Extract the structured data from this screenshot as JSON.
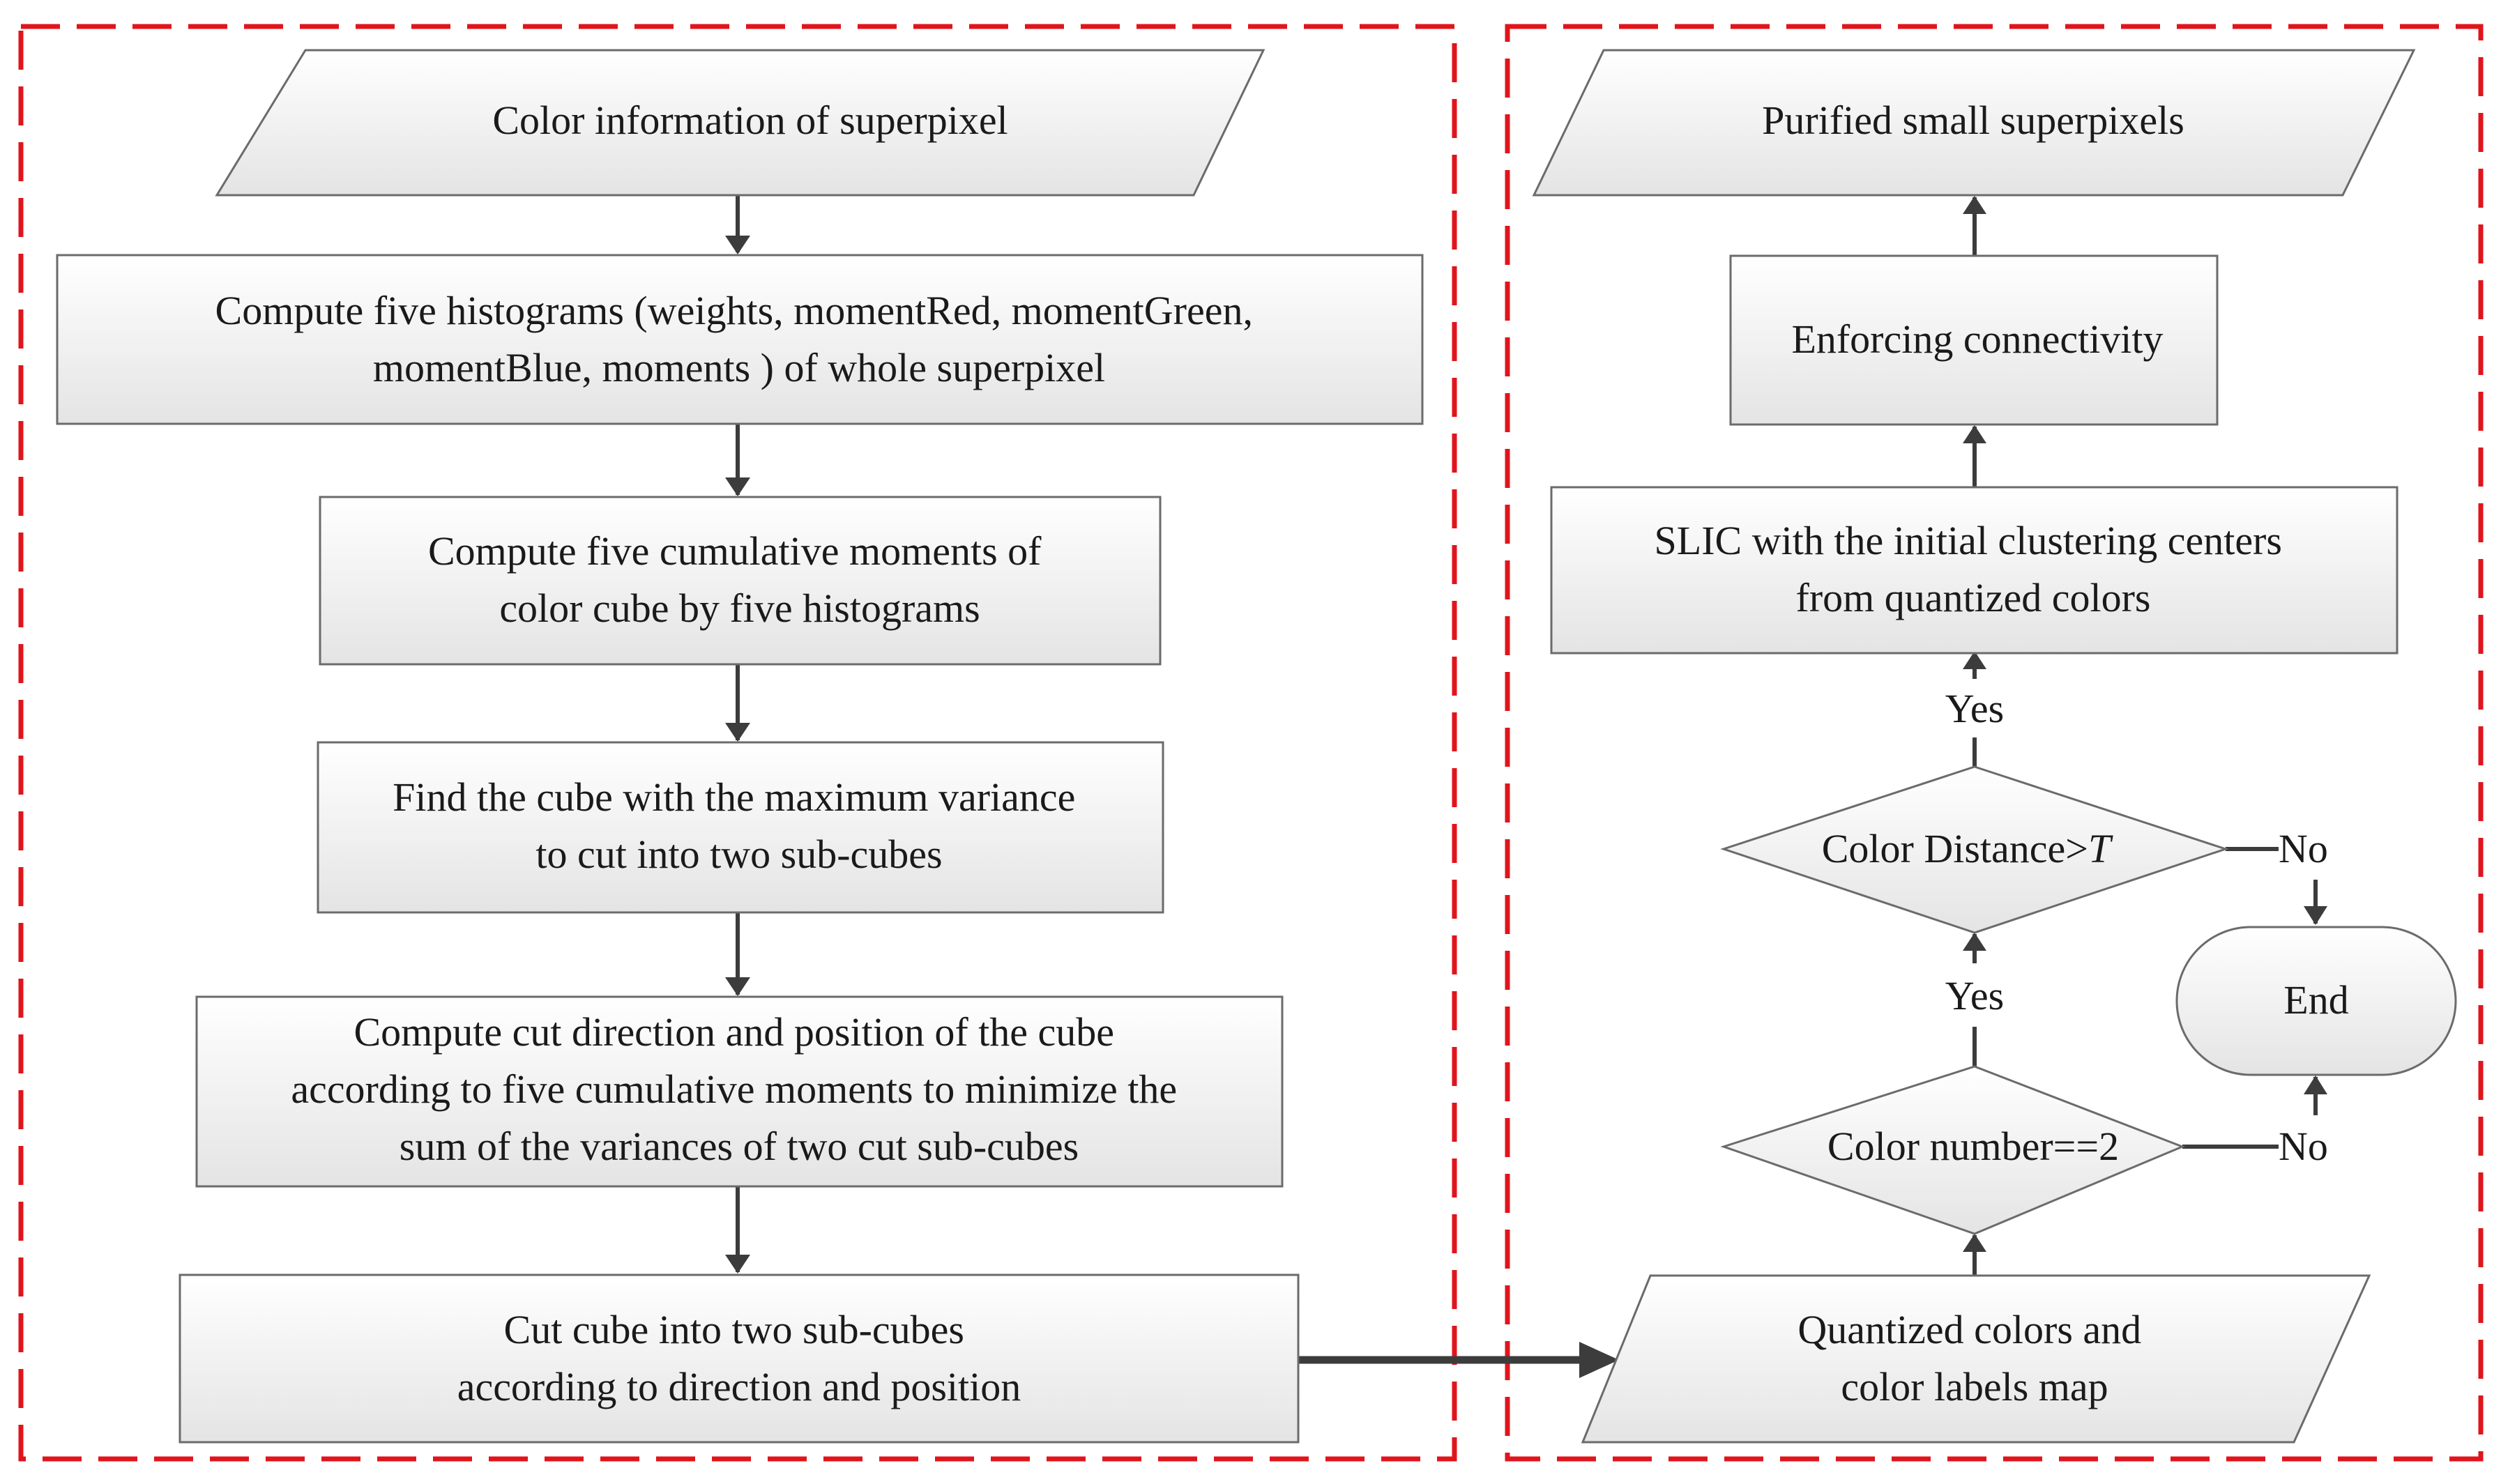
{
  "nodes": {
    "color_info": {
      "lines": [
        "Color information of superpixel"
      ]
    },
    "compute_histograms": {
      "lines": [
        "Compute five histograms (weights, momentRed, momentGreen,",
        "momentBlue, moments ) of whole superpixel"
      ]
    },
    "cumulative_moments": {
      "lines": [
        "Compute five cumulative moments of",
        "color cube by five histograms"
      ]
    },
    "find_cube": {
      "lines": [
        "Find the cube with the maximum variance",
        "to cut into two sub-cubes"
      ]
    },
    "cut_direction": {
      "lines": [
        "Compute cut direction and position of  the cube",
        "according to five cumulative moments to minimize the",
        "sum of the variances of two cut sub-cubes"
      ]
    },
    "cut_cube": {
      "lines": [
        "Cut cube into two sub-cubes",
        "according to direction and position"
      ]
    },
    "quantized": {
      "lines": [
        "Quantized colors and",
        "color labels map"
      ]
    },
    "color_number": {
      "lines": [
        "Color number==2"
      ]
    },
    "color_distance": {
      "text": "Color Distance>",
      "italic": "T"
    },
    "slic": {
      "lines": [
        "SLIC with the initial clustering centers",
        "from quantized colors"
      ]
    },
    "connectivity": {
      "lines": [
        "Enforcing connectivity"
      ]
    },
    "purified": {
      "lines": [
        "Purified small superpixels"
      ]
    },
    "end": {
      "lines": [
        "End"
      ]
    }
  },
  "labels": {
    "yes_lower": "Yes",
    "yes_upper": "Yes",
    "no_lower": "No",
    "no_upper": "No"
  },
  "colors": {
    "group_border": "#e0151c",
    "box_fill_top": "#ffffff",
    "box_fill_bottom": "#e4e4e4",
    "connector": "#3c3c3c"
  }
}
